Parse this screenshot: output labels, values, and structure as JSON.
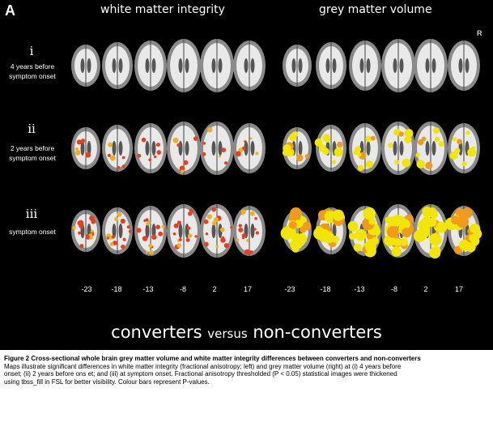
{
  "panel": {
    "letter": "A",
    "column_titles": [
      "white matter integrity",
      "grey matter volume"
    ],
    "orientation_marker": "R",
    "rows": [
      {
        "numeral": "i",
        "label": "4 years before symptom onset"
      },
      {
        "numeral": "ii",
        "label": "2 years before symptom onset"
      },
      {
        "numeral": "iii",
        "label": "symptom onset"
      }
    ],
    "slice_labels": [
      "-23",
      "-18",
      "-13",
      "-8",
      "2",
      "17"
    ],
    "comparison": {
      "left": "converters",
      "middle": "versus",
      "right": "non-converters"
    }
  },
  "caption": {
    "title": "Figure 2 Cross-sectional  whole brain grey matter volume and white matter integrity differences between converters and non-converters",
    "line1": "Maps illustrate significant differences  in white matter integrity (fractional anisotropy; left) and grey matter volume (right) at (i)  4 years before",
    "line2": "onset; (ii)  2 years before  ons et; and (iii) at symptom onset. Fractional anisotropy thresholded  (P < 0.05) statistical images  were thickened",
    "line3": "using tbss_fill in FSL for better visibility. Colour bars represent  P-values."
  },
  "colors": {
    "background": "#000000",
    "wm_effect": "#e8401c",
    "gm_effect": "#f2e600",
    "grey_tissue": "#8a8a8a",
    "white_tissue": "#e9e9e9"
  }
}
